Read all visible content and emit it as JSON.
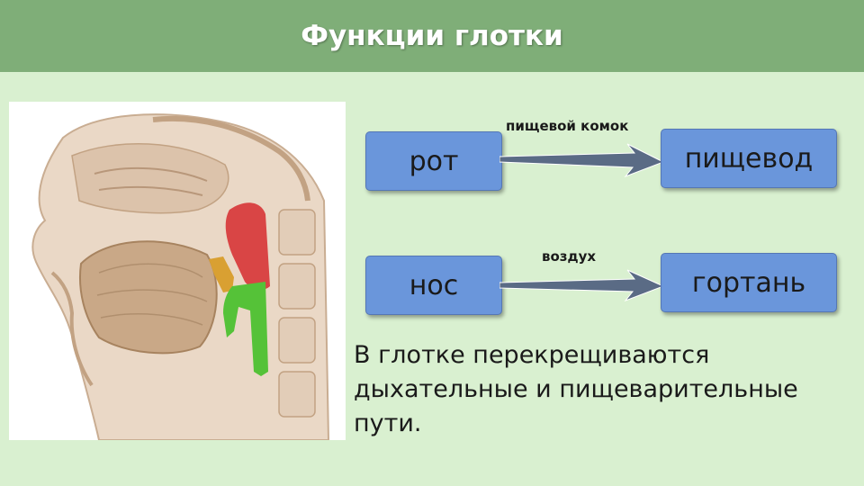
{
  "slide": {
    "title": "Функции глотки"
  },
  "flows": [
    {
      "from": "рот",
      "label": "пищевой комок",
      "to": "пищевод"
    },
    {
      "from": "нос",
      "label": "воздух",
      "to": "гортань"
    }
  ],
  "note": "В глотке перекрещиваются дыхательные и пищеварительные пути.",
  "colors": {
    "header": "#7fae78",
    "background": "#d9f0d0",
    "box": "#6a96db",
    "arrow": "#5a6b85",
    "nasopharynx": "#d94545",
    "oropharynx": "#d9a032",
    "laryngopharynx": "#55c238"
  }
}
